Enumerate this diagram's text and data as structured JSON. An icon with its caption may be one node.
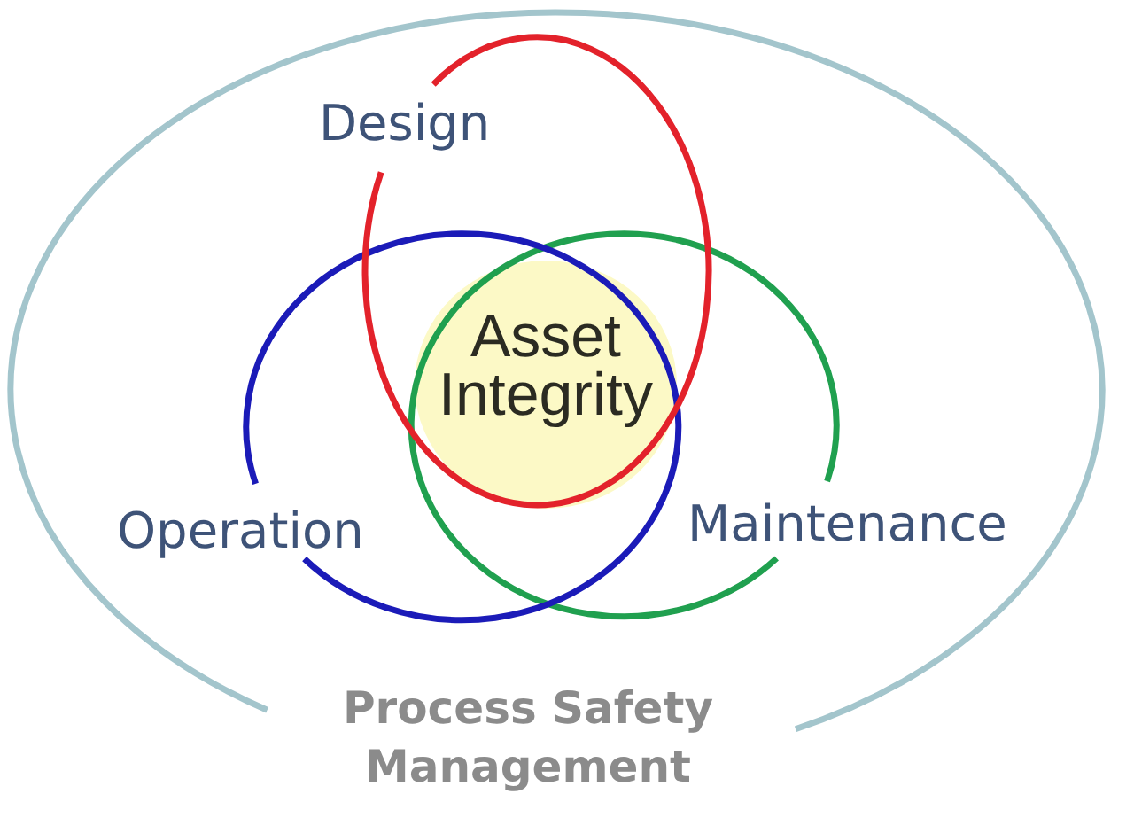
{
  "diagram": {
    "nodes": [
      {
        "text": [
          "Process Safety Management"
        ]
      },
      {
        "text": [
          "Design"
        ],
        "in": 0
      },
      {
        "text": [
          "Operation"
        ],
        "in": 0
      },
      {
        "text": [
          "Maintenance"
        ],
        "in": 0
      },
      {
        "text": [
          "Asset Integrity"
        ]
      }
    ]
  }
}
